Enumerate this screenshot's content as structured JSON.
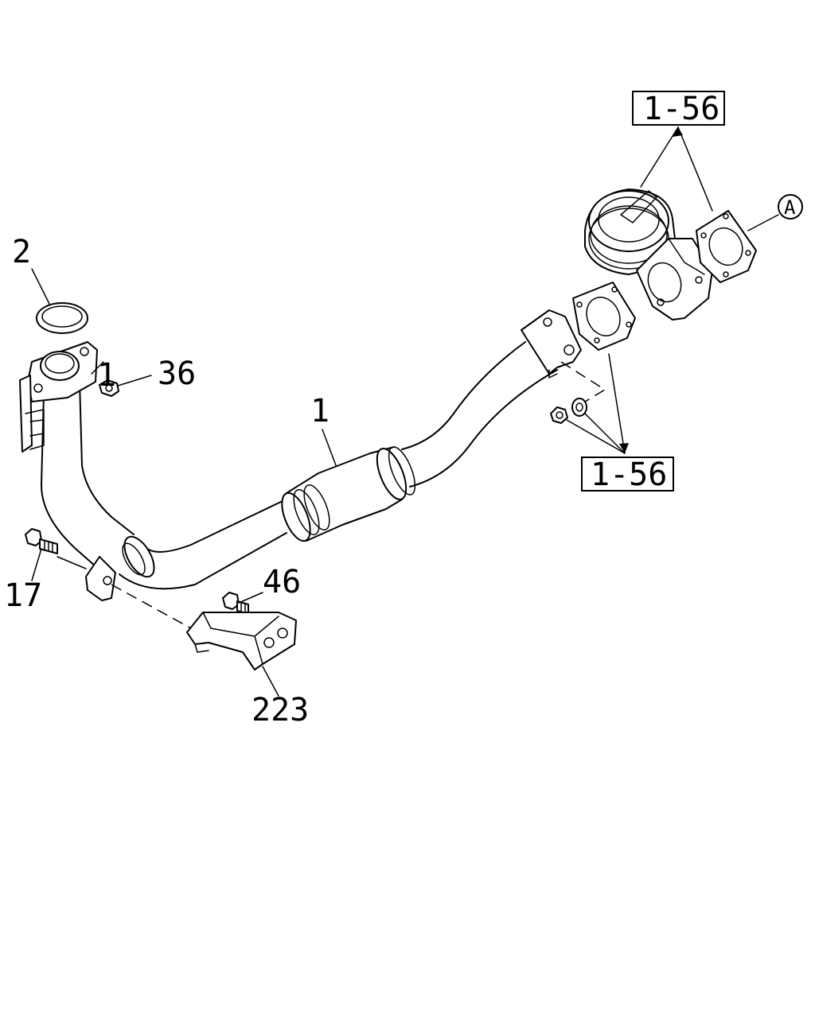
{
  "callouts": {
    "ref_top": "1-56",
    "ref_mid": "1-56",
    "circle_a": "A",
    "part_1": "1",
    "part_1_flange": "1",
    "part_2": "2",
    "part_36": "36",
    "part_17": "17",
    "part_46": "46",
    "part_223": "223"
  }
}
